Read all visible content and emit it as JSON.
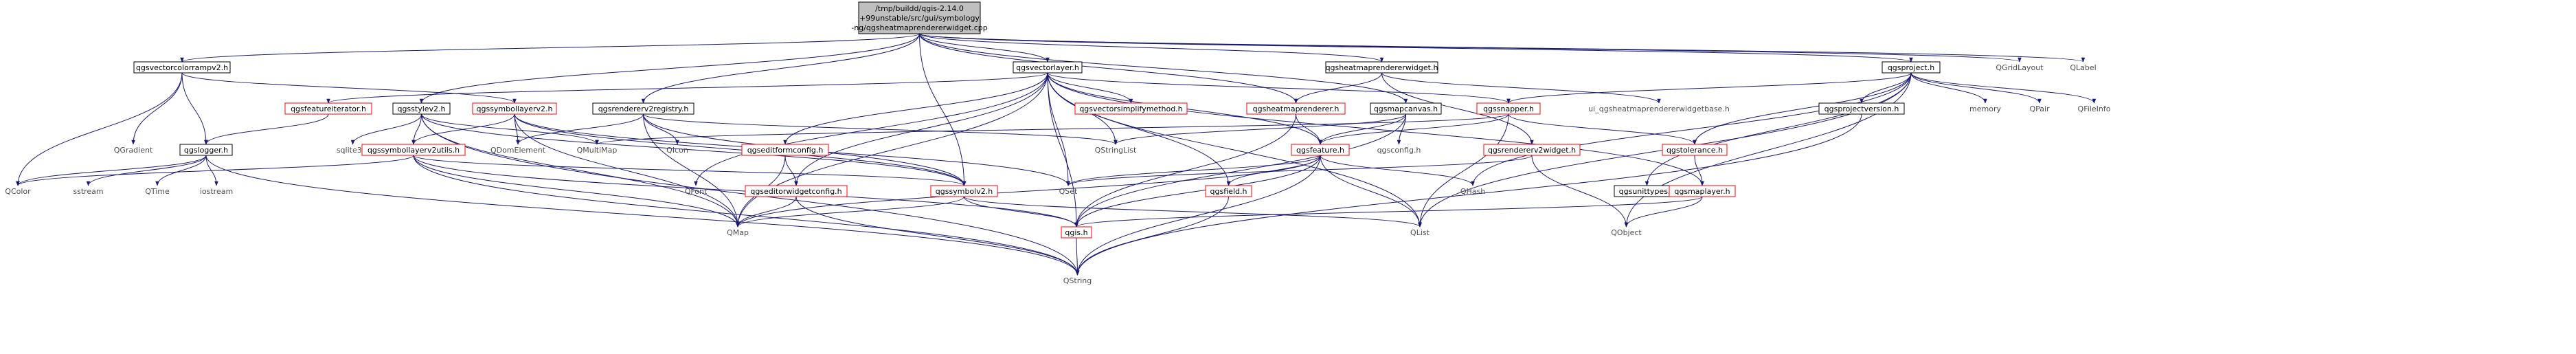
{
  "title_lines": [
    "/tmp/buildd/qgis-2.14.0",
    "+99unstable/src/gui/symbology",
    "-ng/qgsheatmaprendererwidget.cpp"
  ],
  "style": {
    "edge_color": "#191970",
    "root_fill": "#bfbfbf",
    "box_fill": "#ffffff",
    "box_stroke_doc": "#000000",
    "box_stroke_undoc": "#ff0000",
    "plain_text": "#4d4d4d"
  },
  "nodes": [
    {
      "id": "root",
      "label": "",
      "kind": "root"
    },
    {
      "id": "qgsvectorcolorrampv2",
      "label": "qgsvectorcolorrampv2.h",
      "kind": "doc"
    },
    {
      "id": "qgsvectorlayer",
      "label": "qgsvectorlayer.h",
      "kind": "doc"
    },
    {
      "id": "qgsheatmaprendererwidget",
      "label": "qgsheatmaprendererwidget.h",
      "kind": "doc"
    },
    {
      "id": "qgsproject",
      "label": "qgsproject.h",
      "kind": "doc"
    },
    {
      "id": "QGridLayout",
      "label": "QGridLayout",
      "kind": "plain"
    },
    {
      "id": "QLabel",
      "label": "QLabel",
      "kind": "plain"
    },
    {
      "id": "qgsfeatureiterator",
      "label": "qgsfeatureiterator.h",
      "kind": "undoc"
    },
    {
      "id": "qgsstylev2",
      "label": "qgsstylev2.h",
      "kind": "doc"
    },
    {
      "id": "qgssymbollayerv2",
      "label": "qgssymbollayerv2.h",
      "kind": "undoc"
    },
    {
      "id": "qgsrendererv2registry",
      "label": "qgsrendererv2registry.h",
      "kind": "doc"
    },
    {
      "id": "qgsvectorsimplifymethod",
      "label": "qgsvectorsimplifymethod.h",
      "kind": "undoc"
    },
    {
      "id": "qgsheatmaprenderer",
      "label": "qgsheatmaprenderer.h",
      "kind": "undoc"
    },
    {
      "id": "qgsmapcanvas",
      "label": "qgsmapcanvas.h",
      "kind": "doc"
    },
    {
      "id": "qgssnapper",
      "label": "qgssnapper.h",
      "kind": "undoc"
    },
    {
      "id": "ui_qgsheatmaprendererwidgetbase",
      "label": "ui_qgsheatmaprendererwidgetbase.h",
      "kind": "plain"
    },
    {
      "id": "qgsprojectversion",
      "label": "qgsprojectversion.h",
      "kind": "doc"
    },
    {
      "id": "memory",
      "label": "memory",
      "kind": "plain"
    },
    {
      "id": "QPair",
      "label": "QPair",
      "kind": "plain"
    },
    {
      "id": "QFileInfo",
      "label": "QFileInfo",
      "kind": "plain"
    },
    {
      "id": "QGradient",
      "label": "QGradient",
      "kind": "plain"
    },
    {
      "id": "qgslogger",
      "label": "qgslogger.h",
      "kind": "doc"
    },
    {
      "id": "sqlite3",
      "label": "sqlite3.h",
      "kind": "plain"
    },
    {
      "id": "qgssymbollayerv2utils",
      "label": "qgssymbollayerv2utils.h",
      "kind": "undoc"
    },
    {
      "id": "QDomElement",
      "label": "QDomElement",
      "kind": "plain"
    },
    {
      "id": "QMultiMap",
      "label": "QMultiMap",
      "kind": "plain"
    },
    {
      "id": "QIcon",
      "label": "QIcon",
      "kind": "plain"
    },
    {
      "id": "qgseditformconfig",
      "label": "qgseditformconfig.h",
      "kind": "undoc"
    },
    {
      "id": "QStringList",
      "label": "QStringList",
      "kind": "plain"
    },
    {
      "id": "qgsconfig",
      "label": "qgsconfig.h",
      "kind": "plain"
    },
    {
      "id": "qgsfeature",
      "label": "qgsfeature.h",
      "kind": "undoc"
    },
    {
      "id": "qgstolerance",
      "label": "qgstolerance.h",
      "kind": "undoc"
    },
    {
      "id": "qgsrendererv2widget",
      "label": "qgsrendererv2widget.h",
      "kind": "undoc"
    },
    {
      "id": "QColor",
      "label": "QColor",
      "kind": "plain"
    },
    {
      "id": "sstream",
      "label": "sstream",
      "kind": "plain"
    },
    {
      "id": "QTime",
      "label": "QTime",
      "kind": "plain"
    },
    {
      "id": "iostream",
      "label": "iostream",
      "kind": "plain"
    },
    {
      "id": "QFont",
      "label": "QFont",
      "kind": "plain"
    },
    {
      "id": "qgseditorwidgetconfig",
      "label": "qgseditorwidgetconfig.h",
      "kind": "undoc"
    },
    {
      "id": "qgssymbolv2",
      "label": "qgssymbolv2.h",
      "kind": "undoc"
    },
    {
      "id": "QSet",
      "label": "QSet",
      "kind": "plain"
    },
    {
      "id": "qgsfield",
      "label": "qgsfield.h",
      "kind": "undoc"
    },
    {
      "id": "QHash",
      "label": "QHash",
      "kind": "plain"
    },
    {
      "id": "qgsunittypes",
      "label": "qgsunittypes.h",
      "kind": "doc"
    },
    {
      "id": "qgsmaplayer",
      "label": "qgsmaplayer.h",
      "kind": "undoc"
    },
    {
      "id": "QMap",
      "label": "QMap",
      "kind": "plain"
    },
    {
      "id": "qgis",
      "label": "qgis.h",
      "kind": "undoc"
    },
    {
      "id": "QList",
      "label": "QList",
      "kind": "plain"
    },
    {
      "id": "QObject",
      "label": "QObject",
      "kind": "plain"
    },
    {
      "id": "QString",
      "label": "QString",
      "kind": "plain"
    }
  ],
  "edges": [
    [
      "root",
      "qgsvectorcolorrampv2"
    ],
    [
      "root",
      "qgsvectorlayer"
    ],
    [
      "root",
      "qgsheatmaprendererwidget"
    ],
    [
      "root",
      "qgsproject"
    ],
    [
      "root",
      "QGridLayout"
    ],
    [
      "root",
      "QLabel"
    ],
    [
      "root",
      "qgssymbolv2"
    ],
    [
      "root",
      "qgsrendererv2registry"
    ],
    [
      "root",
      "qgsheatmaprenderer"
    ],
    [
      "root",
      "qgsmapcanvas"
    ],
    [
      "root",
      "qgsstylev2"
    ],
    [
      "qgsvectorcolorrampv2",
      "QGradient"
    ],
    [
      "qgsvectorcolorrampv2",
      "QColor"
    ],
    [
      "qgsvectorcolorrampv2",
      "qgslogger"
    ],
    [
      "qgsvectorcolorrampv2",
      "qgssymbollayerv2"
    ],
    [
      "qgsvectorlayer",
      "qgsfeatureiterator"
    ],
    [
      "qgsvectorlayer",
      "qgseditformconfig"
    ],
    [
      "qgsvectorlayer",
      "qgsvectorsimplifymethod"
    ],
    [
      "qgsvectorlayer",
      "qgsfeature"
    ],
    [
      "qgsvectorlayer",
      "qgsfield"
    ],
    [
      "qgsvectorlayer",
      "QSet"
    ],
    [
      "qgsvectorlayer",
      "QList"
    ],
    [
      "qgsvectorlayer",
      "QMap"
    ],
    [
      "qgsvectorlayer",
      "qgis"
    ],
    [
      "qgsvectorlayer",
      "QStringList"
    ],
    [
      "qgsvectorlayer",
      "qgssnapper"
    ],
    [
      "qgsvectorlayer",
      "qgseditorwidgetconfig"
    ],
    [
      "qgsvectorlayer",
      "QFont"
    ],
    [
      "qgsvectorlayer",
      "qgsmaplayer"
    ],
    [
      "qgsheatmaprendererwidget",
      "ui_qgsheatmaprendererwidgetbase"
    ],
    [
      "qgsheatmaprendererwidget",
      "qgsrendererv2widget"
    ],
    [
      "qgsheatmaprendererwidget",
      "qgsheatmaprenderer"
    ],
    [
      "qgsproject",
      "qgsprojectversion"
    ],
    [
      "qgsproject",
      "memory"
    ],
    [
      "qgsproject",
      "QPair"
    ],
    [
      "qgsproject",
      "QFileInfo"
    ],
    [
      "qgsproject",
      "qgssnapper"
    ],
    [
      "qgsproject",
      "qgstolerance"
    ],
    [
      "qgsproject",
      "QHash"
    ],
    [
      "qgsproject",
      "QList"
    ],
    [
      "qgsproject",
      "QObject"
    ],
    [
      "qgsproject",
      "qgsunittypes"
    ],
    [
      "qgsfeatureiterator",
      "qgslogger"
    ],
    [
      "qgsstylev2",
      "qgssymbollayerv2utils"
    ],
    [
      "qgsstylev2",
      "sqlite3"
    ],
    [
      "qgsstylev2",
      "QMultiMap"
    ],
    [
      "qgsstylev2",
      "QMap"
    ],
    [
      "qgsstylev2",
      "QString"
    ],
    [
      "qgsstylev2",
      "qgssymbolv2"
    ],
    [
      "qgssymbollayerv2",
      "qgssymbollayerv2utils"
    ],
    [
      "qgssymbollayerv2",
      "QDomElement"
    ],
    [
      "qgssymbollayerv2",
      "QMap"
    ],
    [
      "qgssymbollayerv2",
      "qgssymbolv2"
    ],
    [
      "qgssymbollayerv2",
      "QSet"
    ],
    [
      "qgsrendererv2registry",
      "QIcon"
    ],
    [
      "qgsrendererv2registry",
      "QMap"
    ],
    [
      "qgsrendererv2registry",
      "QStringList"
    ],
    [
      "qgsrendererv2registry",
      "qgssymbolv2"
    ],
    [
      "qgsrendererv2registry",
      "QDomElement"
    ],
    [
      "qgsheatmaprenderer",
      "qgsfeature"
    ],
    [
      "qgsheatmaprenderer",
      "qgis"
    ],
    [
      "qgsmapcanvas",
      "qgsconfig"
    ],
    [
      "qgsmapcanvas",
      "qgsfeature"
    ],
    [
      "qgsmapcanvas",
      "QStringList"
    ],
    [
      "qgsmapcanvas",
      "qgis"
    ],
    [
      "qgssnapper",
      "qgsfeature"
    ],
    [
      "qgssnapper",
      "qgstolerance"
    ],
    [
      "qgssnapper",
      "QList"
    ],
    [
      "qgssnapper",
      "QMultiMap"
    ],
    [
      "qgslogger",
      "QColor"
    ],
    [
      "qgslogger",
      "sstream"
    ],
    [
      "qgslogger",
      "QTime"
    ],
    [
      "qgslogger",
      "iostream"
    ],
    [
      "qgslogger",
      "QString"
    ],
    [
      "qgssymbollayerv2utils",
      "QColor"
    ],
    [
      "qgssymbollayerv2utils",
      "QMap"
    ],
    [
      "qgssymbollayerv2utils",
      "QString"
    ],
    [
      "qgssymbollayerv2utils",
      "qgis"
    ],
    [
      "qgssymbollayerv2utils",
      "qgssymbolv2"
    ],
    [
      "qgseditformconfig",
      "qgseditorwidgetconfig"
    ],
    [
      "qgseditformconfig",
      "QMap"
    ],
    [
      "qgsfeature",
      "qgsfield"
    ],
    [
      "qgsfeature",
      "QSet"
    ],
    [
      "qgsfeature",
      "QMap"
    ],
    [
      "qgsfeature",
      "qgis"
    ],
    [
      "qgsfeature",
      "QHash"
    ],
    [
      "qgsfeature",
      "QList"
    ],
    [
      "qgsfeature",
      "QString"
    ],
    [
      "qgstolerance",
      "qgsmaplayer"
    ],
    [
      "qgsrendererv2widget",
      "QSet"
    ],
    [
      "qgsrendererv2widget",
      "QObject"
    ],
    [
      "qgseditorwidgetconfig",
      "QMap"
    ],
    [
      "qgseditorwidgetconfig",
      "QString"
    ],
    [
      "qgssymbolv2",
      "QMap"
    ],
    [
      "qgssymbolv2",
      "qgis"
    ],
    [
      "qgssymbolv2",
      "QList"
    ],
    [
      "qgsfield",
      "QString"
    ],
    [
      "qgsmaplayer",
      "qgis"
    ],
    [
      "qgsmaplayer",
      "QObject"
    ],
    [
      "qgsprojectversion",
      "QString"
    ],
    [
      "qgis",
      "QString"
    ]
  ]
}
